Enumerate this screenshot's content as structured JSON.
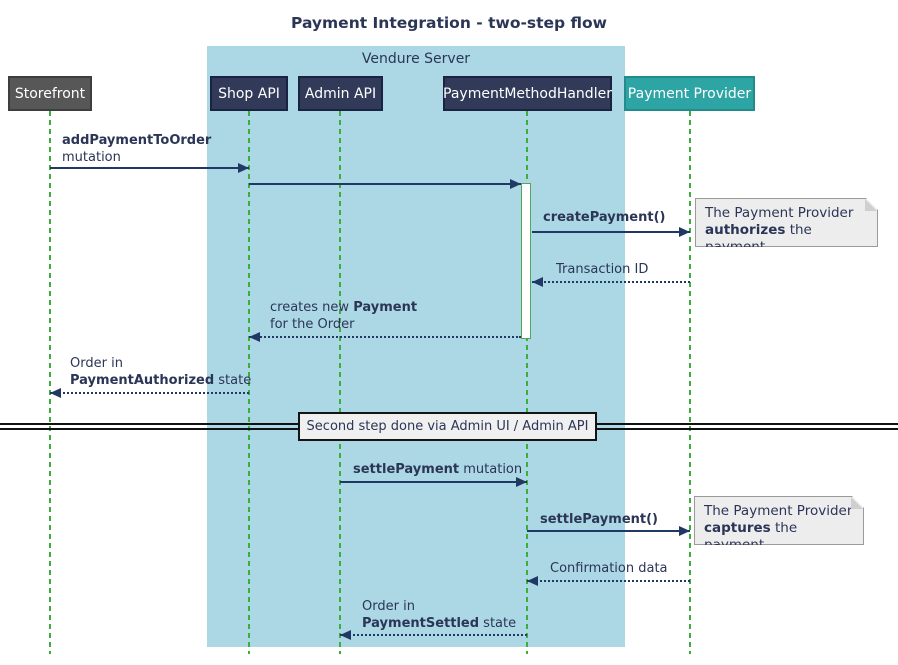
{
  "title": "Payment Integration - two-step flow",
  "frame": {
    "label": "Vendure Server"
  },
  "participants": [
    {
      "id": "storefront",
      "label": "Storefront"
    },
    {
      "id": "shop-api",
      "label": "Shop API"
    },
    {
      "id": "admin-api",
      "label": "Admin API"
    },
    {
      "id": "payment-method-handler",
      "label": "PaymentMethodHandler"
    },
    {
      "id": "payment-provider",
      "label": "Payment Provider"
    }
  ],
  "messages": {
    "add_payment": {
      "line1": {
        "bold": "addPaymentToOrder"
      },
      "line2": {
        "pre": "mutation"
      }
    },
    "create_payment": {
      "line1": {
        "bold": "createPayment()"
      }
    },
    "transaction_id": {
      "line1": {
        "pre": "Transaction ID"
      }
    },
    "creates_payment": {
      "line1": {
        "pre": "creates new ",
        "bold": "Payment"
      },
      "line2": {
        "pre": "for the Order"
      }
    },
    "order_authorized": {
      "line1": {
        "pre": "Order in"
      },
      "line2": {
        "bold": "PaymentAuthorized",
        "post": " state"
      }
    },
    "settle_payment_mutation": {
      "line1": {
        "bold": "settlePayment",
        "post": " mutation"
      }
    },
    "settle_payment_call": {
      "line1": {
        "bold": "settlePayment()"
      }
    },
    "confirmation_data": {
      "line1": {
        "pre": "Confirmation data"
      }
    },
    "order_settled": {
      "line1": {
        "pre": "Order in"
      },
      "line2": {
        "bold": "PaymentSettled",
        "post": " state"
      }
    }
  },
  "notes": {
    "authorize": {
      "line1": {
        "pre": "The Payment Provider"
      },
      "line2": {
        "bold": "authorizes",
        "post": " the payment"
      }
    },
    "capture": {
      "line1": {
        "pre": "The Payment Provider"
      },
      "line2": {
        "bold": "captures",
        "post": " the payment"
      }
    }
  },
  "divider": {
    "label": "Second step done via Admin UI / Admin API"
  },
  "colors": {
    "frame_bg": "#ACD8E5",
    "navy": "#323A59",
    "navy_border": "#1B2342",
    "gray": "#575757",
    "gray_border": "#3E3E3E",
    "teal": "#2EA5A5",
    "teal_border": "#238B8B",
    "arrow": "#1F3864",
    "text": "#2B3556",
    "lifeline": "#3CAE3C",
    "activation_border": "#56A456",
    "note_bg": "#EDEDED",
    "note_border": "#9A9A9A",
    "divider_line": "#111111",
    "divider_bg": "#F0F0F0",
    "divider_border": "#141414",
    "participant_text": "#FFFFFF"
  }
}
